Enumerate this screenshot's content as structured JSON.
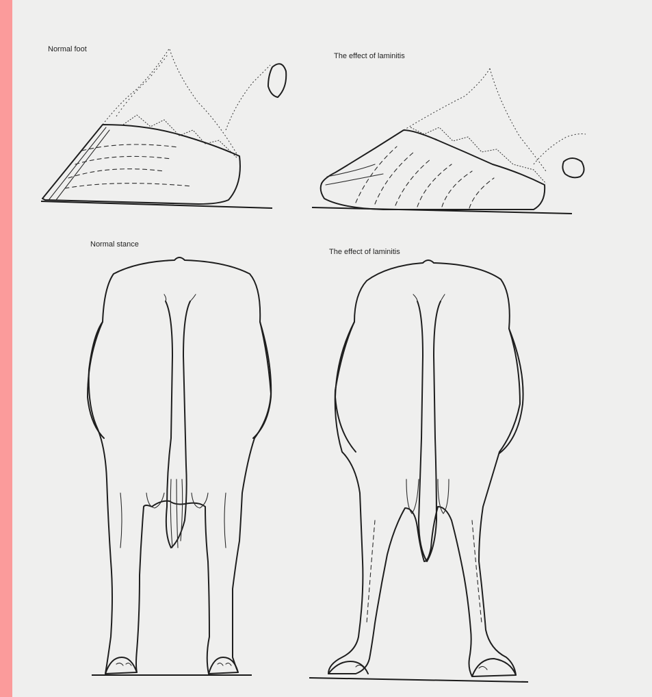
{
  "colors": {
    "left_strip": "#fb9b9b",
    "paper": "#efefee",
    "ink": "#1e1e1e"
  },
  "captions": {
    "normal_foot": "Normal foot",
    "laminitis_foot": "The effect of laminitis",
    "normal_stance": "Normal stance",
    "laminitis_stance": "The effect of laminitis"
  },
  "panels": [
    {
      "name": "normal-foot",
      "caption_key": "normal_foot"
    },
    {
      "name": "laminitis-foot",
      "caption_key": "laminitis_foot"
    },
    {
      "name": "normal-stance",
      "caption_key": "normal_stance"
    },
    {
      "name": "laminitis-stance",
      "caption_key": "laminitis_stance"
    }
  ]
}
